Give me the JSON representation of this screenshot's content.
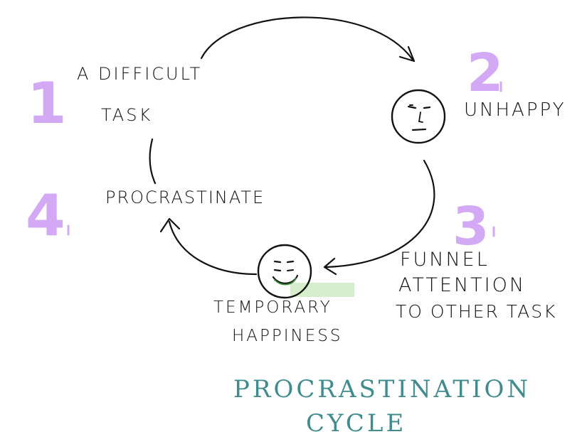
{
  "steps": [
    {
      "number": "1",
      "label_line1": "A Difficult",
      "label_line2": "Task"
    },
    {
      "number": "2",
      "label": "Unhappy"
    },
    {
      "number": "3",
      "label_line1": "Funnel",
      "label_line2": "Attention",
      "label_line3": "To other Task"
    },
    {
      "number": "4",
      "label": "Procrastinate"
    }
  ],
  "happiness_label_line1": "Temporary",
  "happiness_label_line2": "Happiness",
  "title_line1": "Procrastination",
  "title_line2": "Cycle",
  "colors": {
    "numbers": "#d3a8f5",
    "title": "#3f8b8e",
    "ink": "#111111",
    "highlight": "#cdeac0"
  }
}
